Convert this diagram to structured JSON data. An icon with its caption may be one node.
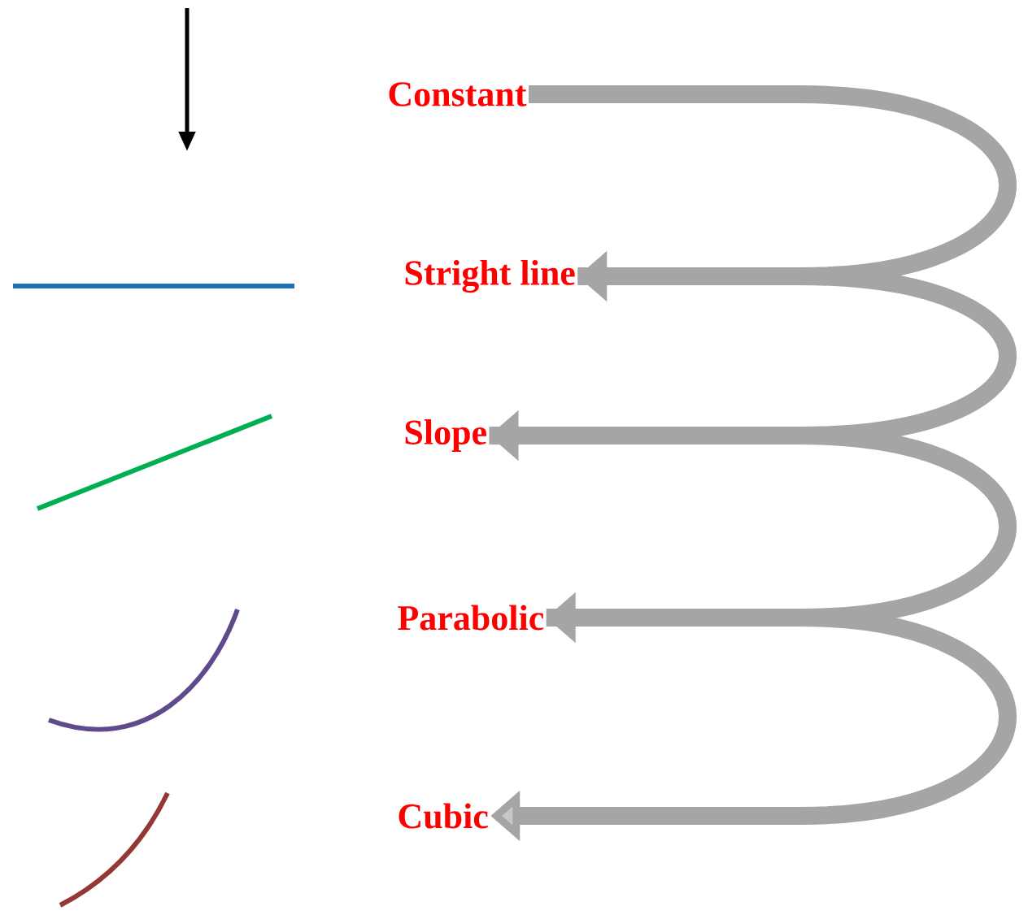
{
  "diagram": {
    "nodes": [
      {
        "text": [
          "Constant"
        ]
      },
      {
        "text": [
          "Stright line"
        ]
      },
      {
        "text": [
          "Slope"
        ]
      },
      {
        "text": [
          "Parabolic"
        ]
      },
      {
        "text": [
          "Cubic"
        ]
      }
    ],
    "edges": [
      {
        "from": 0,
        "to": 1,
        "arrow": "to"
      },
      {
        "from": 1,
        "to": 2,
        "arrow": "to"
      },
      {
        "from": 2,
        "to": 3,
        "arrow": "to"
      },
      {
        "from": 3,
        "to": 4,
        "arrow": "to"
      }
    ]
  }
}
